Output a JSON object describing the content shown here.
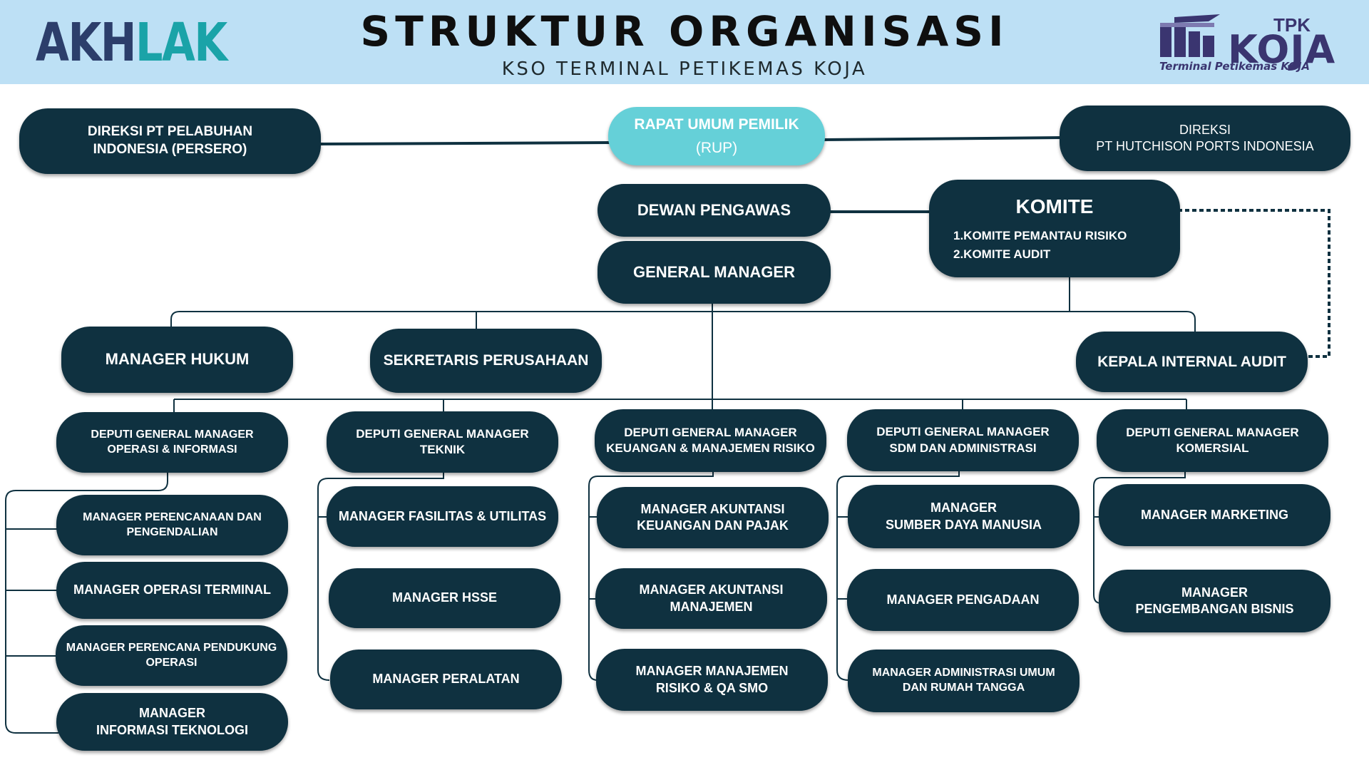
{
  "header": {
    "logo_left_part1": "AKH",
    "logo_left_part2": "LAK",
    "title": "STRUKTUR ORGANISASI",
    "subtitle": "KSO TERMINAL PETIKEMAS KOJA",
    "logo_right": {
      "tpk": "TPK",
      "name": "KOJA",
      "tagline": "Terminal Petikemas KOJA"
    }
  },
  "top": {
    "direksi_pelindo": "DIREKSI PT PELABUHAN\nINDONESIA (PERSERO)",
    "rup_title": "RAPAT UMUM PEMILIK",
    "rup_sub": "(RUP)",
    "direksi_hutchison": "DIREKSI\nPT HUTCHISON PORTS INDONESIA"
  },
  "governance": {
    "dewan_pengawas": "DEWAN PENGAWAS",
    "general_manager": "GENERAL MANAGER",
    "komite_title": "KOMITE",
    "komite_items": [
      "1.KOMITE PEMANTAU RISIKO",
      "2.KOMITE AUDIT"
    ]
  },
  "staff": {
    "manager_hukum": "MANAGER HUKUM",
    "sekretaris": "SEKRETARIS PERUSAHAAN",
    "internal_audit": "KEPALA INTERNAL AUDIT"
  },
  "deputies": [
    {
      "name": "DEPUTI GENERAL MANAGER\nOPERASI & INFORMASI",
      "managers": [
        "MANAGER PERENCANAAN DAN\nPENGENDALIAN",
        "MANAGER OPERASI TERMINAL",
        "MANAGER PERENCANA PENDUKUNG\nOPERASI",
        "MANAGER\nINFORMASI TEKNOLOGI"
      ]
    },
    {
      "name": "DEPUTI GENERAL MANAGER\nTEKNIK",
      "managers": [
        "MANAGER FASILITAS & UTILITAS",
        "MANAGER HSSE",
        "MANAGER PERALATAN"
      ]
    },
    {
      "name": "DEPUTI GENERAL MANAGER\nKEUANGAN & MANAJEMEN RISIKO",
      "managers": [
        "MANAGER AKUNTANSI\nKEUANGAN DAN PAJAK",
        "MANAGER AKUNTANSI\nMANAJEMEN",
        "MANAGER MANAJEMEN\nRISIKO & QA SMO"
      ]
    },
    {
      "name": "DEPUTI GENERAL MANAGER\nSDM DAN ADMINISTRASI",
      "managers": [
        "MANAGER\nSUMBER DAYA MANUSIA",
        "MANAGER PENGADAAN",
        "MANAGER ADMINISTRASI UMUM\nDAN RUMAH TANGGA"
      ]
    },
    {
      "name": "DEPUTI GENERAL MANAGER\nKOMERSIAL",
      "managers": [
        "MANAGER MARKETING",
        "MANAGER\nPENGEMBANGAN BISNIS"
      ]
    }
  ],
  "colors": {
    "box": "#0f3140",
    "rup": "#65d0d8",
    "header_bg": "#bde0f5",
    "accent_teal": "#1aa3a8"
  }
}
